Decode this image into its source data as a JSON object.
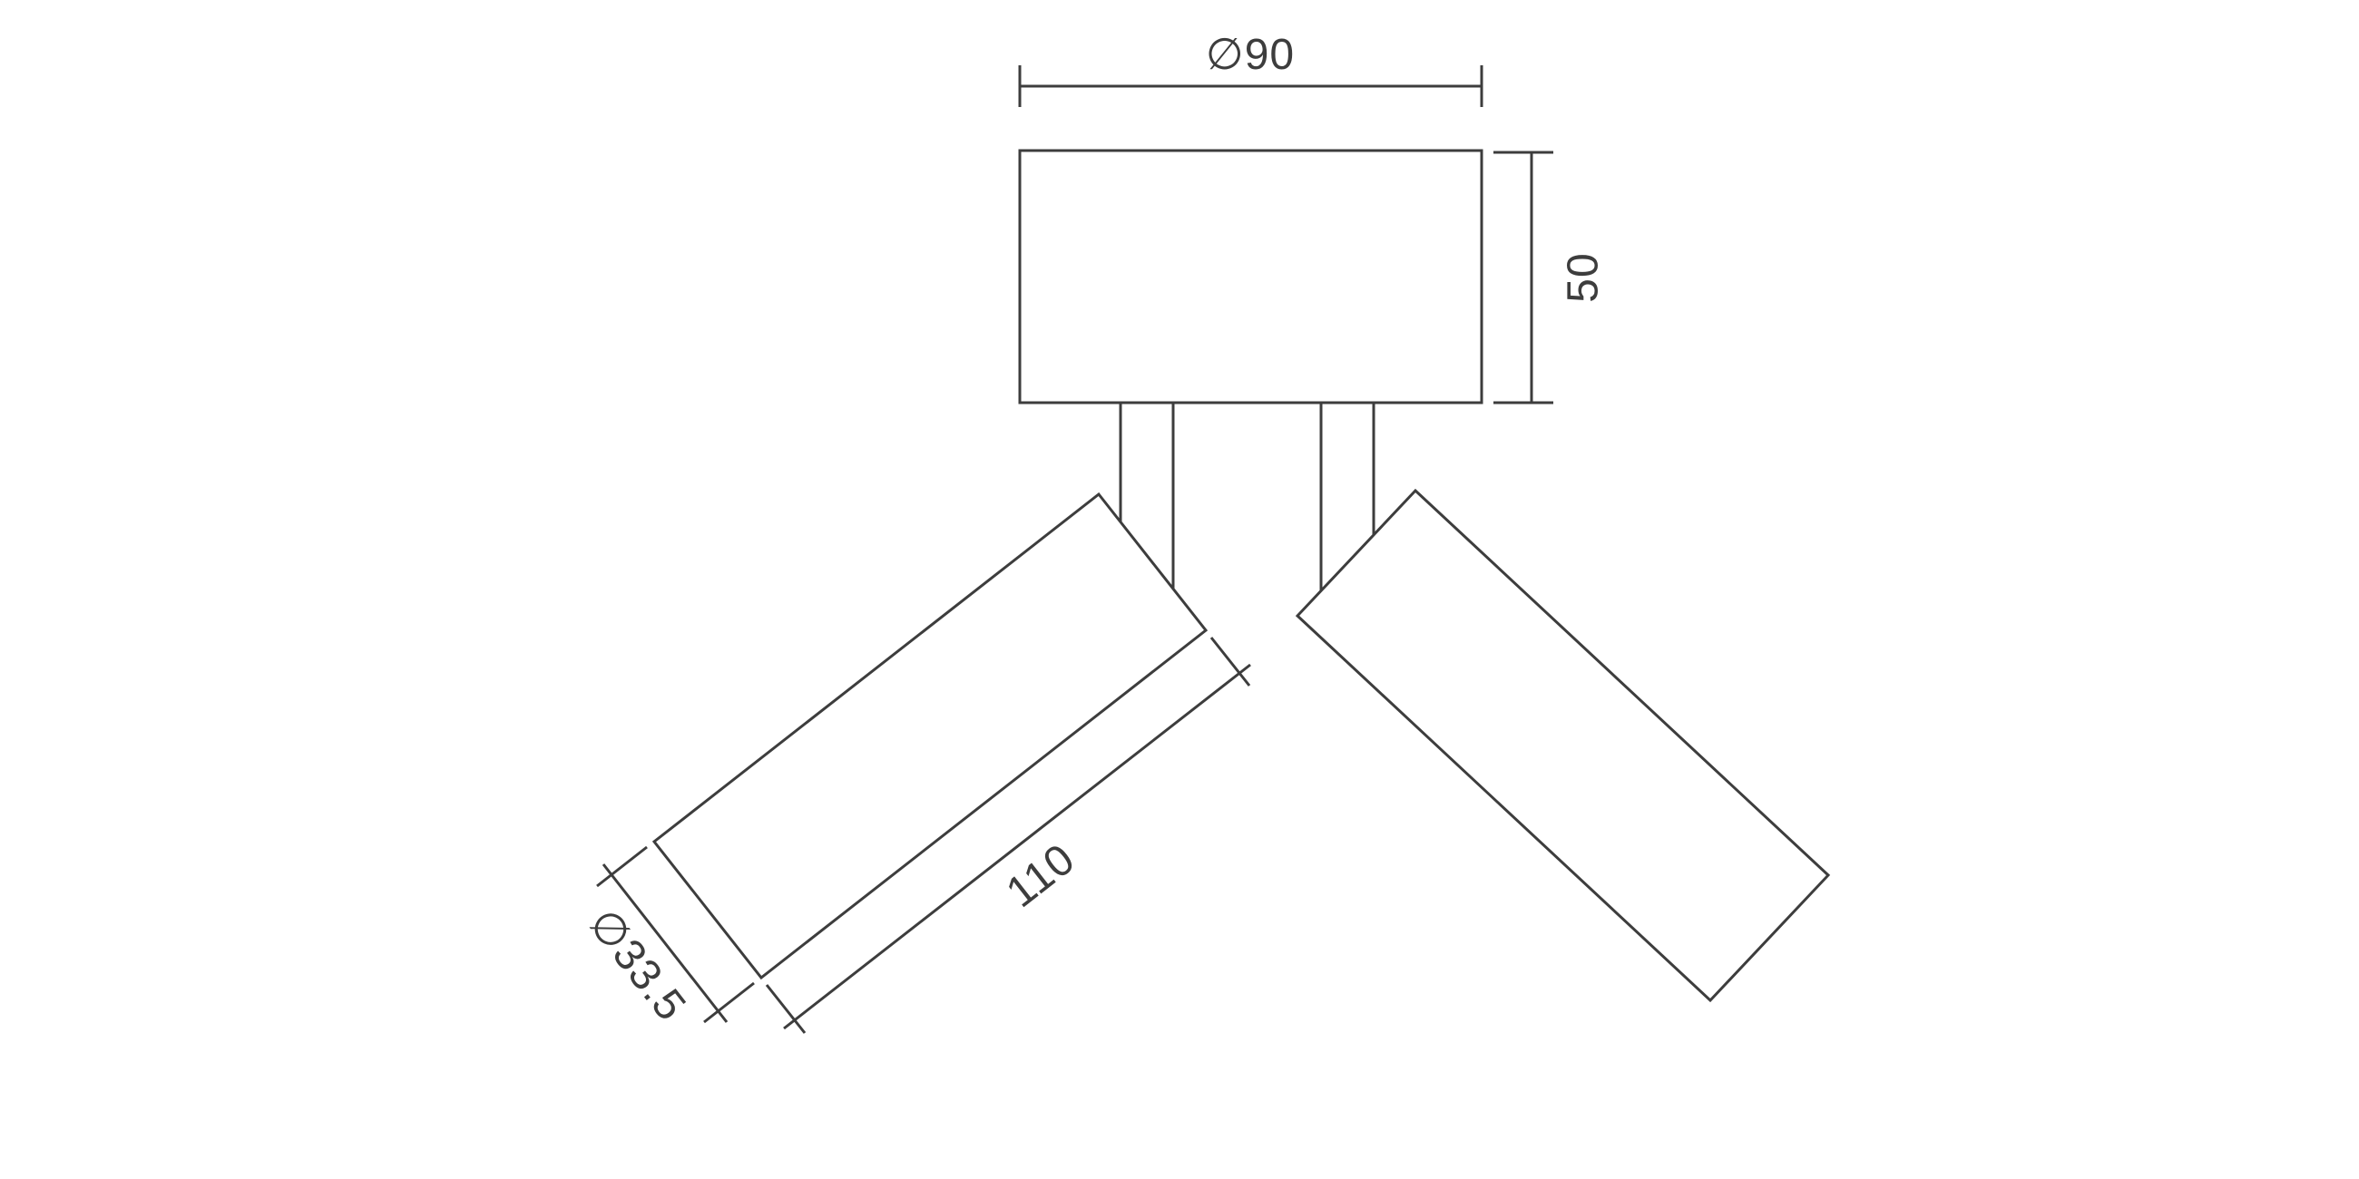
{
  "page": {
    "background": "#ffffff"
  },
  "drawing": {
    "line_color": "#3d3d3d"
  },
  "dimensions": {
    "body_diameter": {
      "label": "∅90",
      "value": 90
    },
    "body_height": {
      "label": "50",
      "value": 50
    },
    "head_length": {
      "label": "110",
      "value": 110
    },
    "head_diameter": {
      "label": "∅33.5",
      "value": 33.5
    }
  }
}
